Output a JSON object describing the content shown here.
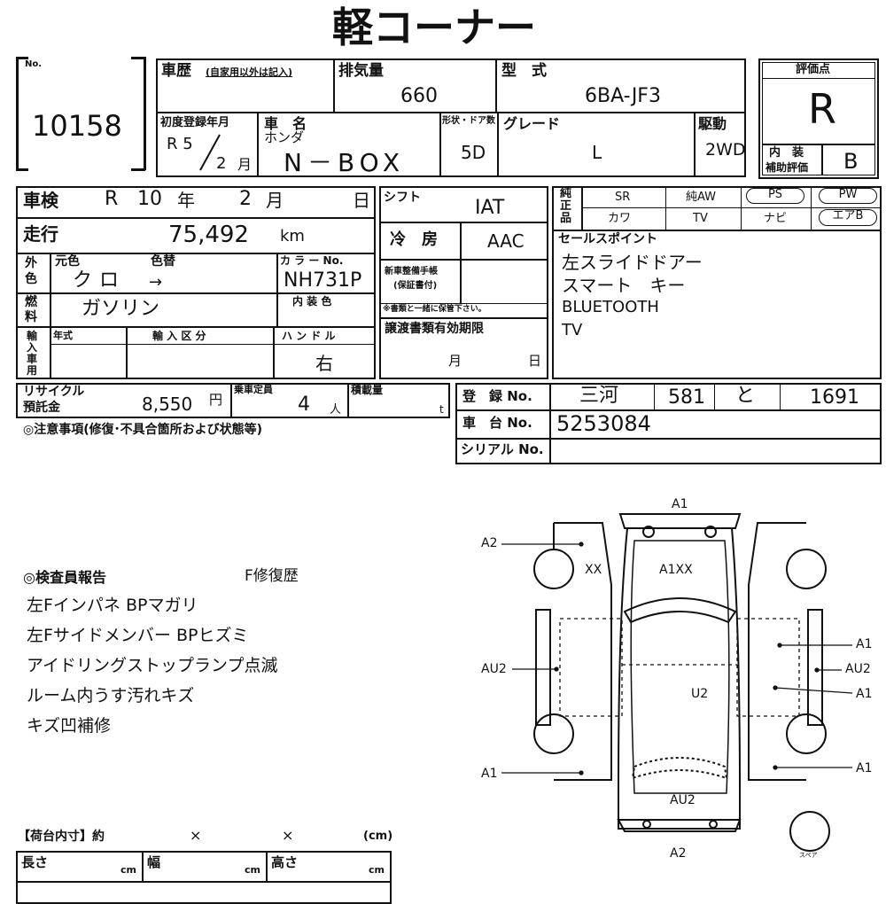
{
  "title": "軽コーナー",
  "no_label": "No.",
  "lot_number": "10158",
  "history": {
    "label": "車歴",
    "note": "(自家用以外は記入)"
  },
  "displacement": {
    "label": "排気量",
    "value": "660"
  },
  "model_code": {
    "label": "型　式",
    "value": "6BA-JF3"
  },
  "first_reg": {
    "label": "初度登録年月",
    "era": "R 5",
    "month": "2",
    "month_unit": "月"
  },
  "car_name": {
    "label": "車　名",
    "maker": "ホンダ",
    "value": "N－BOX"
  },
  "doors": {
    "label": "形状・ドア数",
    "value": "5D"
  },
  "grade": {
    "label": "グレード",
    "value": "L"
  },
  "drive": {
    "label": "駆動",
    "value": "2WD"
  },
  "score": {
    "label": "評価点",
    "value": "R",
    "interior_label_1": "内　装",
    "interior_label_2": "補助評価",
    "interior_value": "B"
  },
  "inspection": {
    "label": "車検",
    "era": "R",
    "year": "10",
    "year_unit": "年",
    "month": "2",
    "month_unit": "月",
    "day_unit": "日"
  },
  "mileage": {
    "label": "走行",
    "value": "75,492",
    "unit": "km"
  },
  "shift": {
    "label": "シフト",
    "value": "IAT"
  },
  "ac": {
    "label": "冷　房",
    "value": "AAC"
  },
  "color": {
    "side_label_1": "外",
    "side_label_2": "色",
    "orig_label": "元色",
    "change_label": "色替",
    "code_label": "カ ラ ー No.",
    "orig_value": "クロ",
    "arrow": "→",
    "code_value": "NH731P"
  },
  "fuel": {
    "side_label_1": "燃",
    "side_label_2": "料",
    "value": "ガソリン",
    "interior_color_label": "内 装 色"
  },
  "import": {
    "side_label": "輸入車用",
    "year_label": "年式",
    "category_label": "輸 入 区 分",
    "handle_label": "ハ ン ド ル",
    "handle_value": "右"
  },
  "warranty": {
    "label_1": "新車整備手帳",
    "label_2": "(保証書付)",
    "note": "※書類と一緒に保管下さい。"
  },
  "transfer": {
    "label": "譲渡書類有効期限",
    "month_unit": "月",
    "day_unit": "日"
  },
  "options": {
    "side_label": [
      "純",
      "正",
      "品"
    ],
    "row1": [
      "SR",
      "純AW",
      "PS",
      "PW"
    ],
    "row2": [
      "カワ",
      "TV",
      "ナビ",
      "エアB"
    ]
  },
  "sales_points": {
    "label": "セールスポイント",
    "items": [
      "左スライドドアー",
      "スマート　キー",
      "BLUETOOTH",
      "TV"
    ]
  },
  "recycle": {
    "label_1": "リサイクル",
    "label_2": "預託金",
    "value": "8,550",
    "unit": "円"
  },
  "capacity": {
    "label": "乗車定員",
    "value": "4",
    "unit": "人"
  },
  "load": {
    "label": "積載量",
    "unit": "t"
  },
  "registration": {
    "label": "登　録 No.",
    "region": "三河",
    "class": "581",
    "kana": "と",
    "number": "1691"
  },
  "chassis": {
    "label": "車　台 No.",
    "value": "5253084"
  },
  "serial": {
    "label": "シリアル No."
  },
  "caution": "◎注意事項(修復･不具合箇所および状態等)",
  "inspector": {
    "heading": "◎検査員報告",
    "note": "F修復歴",
    "lines": [
      "左Fインパネ BPマガリ",
      "左Fサイドメンバー BPヒズミ",
      "アイドリングストップランプ点滅",
      "ルーム内うす汚れキズ",
      "キズ凹補修"
    ]
  },
  "cargo": {
    "label": "【荷台内寸】約",
    "x1": "×",
    "x2": "×",
    "unit": "(cm)",
    "length_label": "長さ",
    "width_label": "幅",
    "height_label": "高さ",
    "cm": "cm"
  },
  "diagram": {
    "top": "A1",
    "front_center": "A1XX",
    "front_left": "XX",
    "left_top": "A2",
    "left_mid": "AU2",
    "left_bottom": "A1",
    "right_1": "A1",
    "right_2": "AU2",
    "right_3": "A1",
    "right_4": "A1",
    "center": "U2",
    "rear": "AU2",
    "bottom": "A2",
    "spare": "スペア"
  }
}
